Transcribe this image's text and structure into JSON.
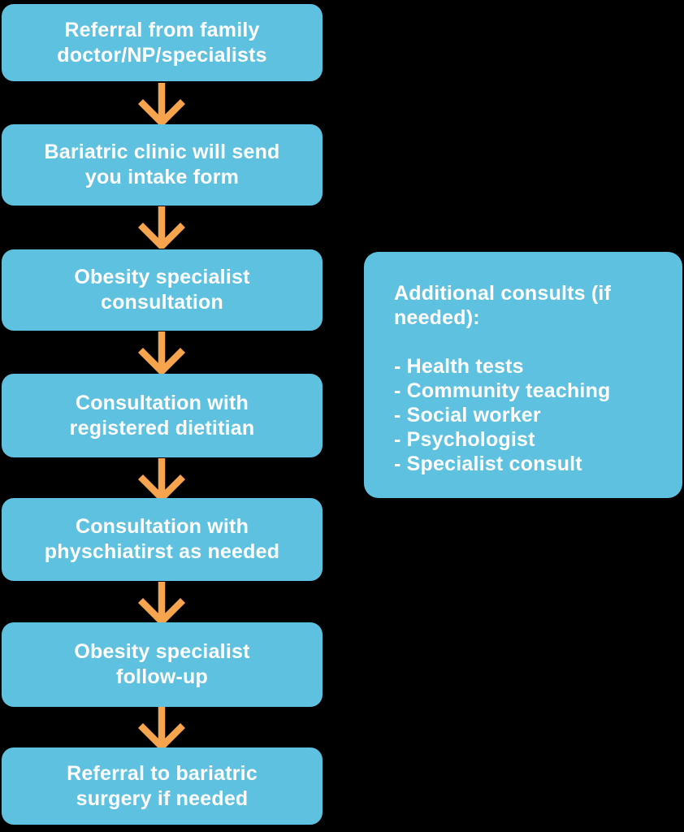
{
  "palette": {
    "background": "#000000",
    "box_fill": "#5FC1E0",
    "arrow_color": "#F6A54E",
    "text_color": "#FFFFFF"
  },
  "flowchart": {
    "steps": [
      {
        "label": "Referral from family\ndoctor/NP/specialists"
      },
      {
        "label": "Bariatric clinic will send\nyou intake form"
      },
      {
        "label": "Obesity specialist\nconsultation"
      },
      {
        "label": "Consultation with\nregistered dietitian"
      },
      {
        "label": "Consultation with\nphyschiatirst as needed"
      },
      {
        "label": "Obesity specialist\nfollow-up"
      },
      {
        "label": "Referral to bariatric\nsurgery if needed"
      }
    ],
    "arrow_icon": "arrow-down-icon"
  },
  "side_box": {
    "title": "Additional consults (if\nneeded):",
    "items": [
      "- Health tests",
      "- Community teaching",
      "- Social worker",
      "- Psychologist",
      "- Specialist consult"
    ]
  }
}
